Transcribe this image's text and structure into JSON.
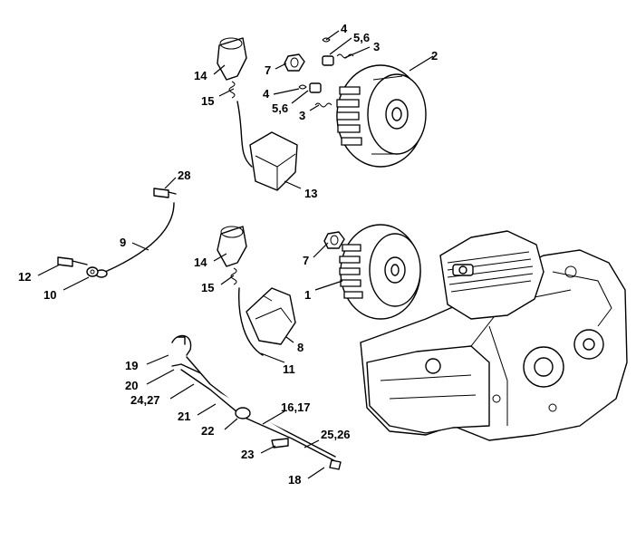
{
  "diagram": {
    "callouts": [
      {
        "id": "c1",
        "text": "1"
      },
      {
        "id": "c2",
        "text": "2"
      },
      {
        "id": "c3a",
        "text": "3"
      },
      {
        "id": "c3b",
        "text": "3"
      },
      {
        "id": "c4a",
        "text": "4"
      },
      {
        "id": "c4b",
        "text": "4"
      },
      {
        "id": "c56a",
        "text": "5,6"
      },
      {
        "id": "c56b",
        "text": "5,6"
      },
      {
        "id": "c7a",
        "text": "7"
      },
      {
        "id": "c7b",
        "text": "7"
      },
      {
        "id": "c8",
        "text": "8"
      },
      {
        "id": "c9",
        "text": "9"
      },
      {
        "id": "c10",
        "text": "10"
      },
      {
        "id": "c11",
        "text": "11"
      },
      {
        "id": "c12",
        "text": "12"
      },
      {
        "id": "c13",
        "text": "13"
      },
      {
        "id": "c14a",
        "text": "14"
      },
      {
        "id": "c14b",
        "text": "14"
      },
      {
        "id": "c15a",
        "text": "15"
      },
      {
        "id": "c15b",
        "text": "15"
      },
      {
        "id": "c1617",
        "text": "16,17"
      },
      {
        "id": "c18",
        "text": "18"
      },
      {
        "id": "c19",
        "text": "19"
      },
      {
        "id": "c20",
        "text": "20"
      },
      {
        "id": "c21",
        "text": "21"
      },
      {
        "id": "c22",
        "text": "22"
      },
      {
        "id": "c23",
        "text": "23"
      },
      {
        "id": "c2427",
        "text": "24,27"
      },
      {
        "id": "c2526",
        "text": "25,26"
      },
      {
        "id": "c28",
        "text": "28"
      }
    ]
  }
}
